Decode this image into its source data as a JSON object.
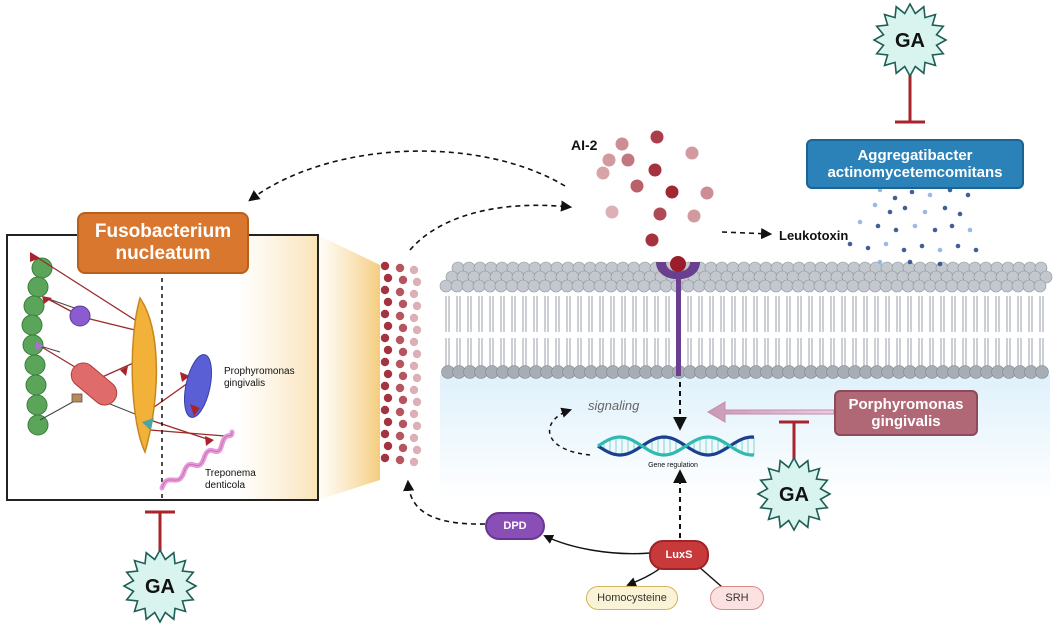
{
  "labels": {
    "fusobacterium": "Fusobacterium\nnucleatum",
    "aggregatibacter": "Aggregatibacter\nactinomycetemcomitans",
    "porphyromonas_box": "Porphyromonas\ngingivalis",
    "ai2": "AI-2",
    "leukotoxin": "Leukotoxin",
    "signaling": "signaling",
    "gene_regulation": "Gene regulation",
    "dpd": "DPD",
    "luxs": "LuxS",
    "homocysteine": "Homocysteine",
    "srh": "SRH",
    "prophyromonas_inset": "Prophyromonas\ngingivalis",
    "treponema": "Treponema\ndenticola",
    "ga": "GA"
  },
  "colors": {
    "fusobacterium": "#d9772f",
    "aggregatibacter": "#2b82b8",
    "porphyromonas": "#b06876",
    "inhibitor": "#a8242a",
    "ga_star": "#d9f3ef",
    "ai2_dot": "#9b1c2a",
    "membrane_head": "#a7adb5",
    "receptor": "#6a3f8f"
  },
  "icons": [
    "dna-helix-icon",
    "receptor-icon",
    "ga-starburst-icon",
    "inhibition-bar-icon",
    "membrane-bilayer-icon"
  ]
}
